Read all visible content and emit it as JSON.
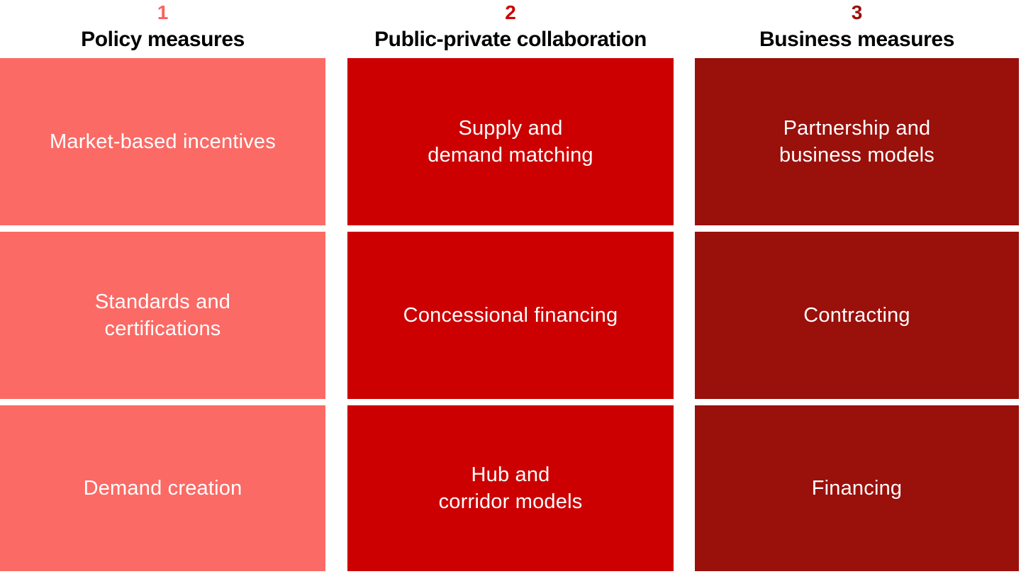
{
  "diagram": {
    "background": "#ffffff",
    "box_text_color": "#ffffff",
    "title_color": "#000000",
    "columns": [
      {
        "number": "1",
        "number_color": "#f8645f",
        "title": "Policy measures",
        "box_color": "#fb6a65",
        "items": [
          "Market-based incentives",
          "Standards and\ncertifications",
          "Demand creation"
        ]
      },
      {
        "number": "2",
        "number_color": "#cc0000",
        "title": "Public-private collaboration",
        "box_color": "#cc0000",
        "items": [
          "Supply and\ndemand matching",
          "Concessional financing",
          "Hub and\ncorridor models"
        ]
      },
      {
        "number": "3",
        "number_color": "#9a100b",
        "title": "Business measures",
        "box_color": "#9a100b",
        "items": [
          "Partnership and\nbusiness models",
          "Contracting",
          "Financing"
        ]
      }
    ]
  }
}
